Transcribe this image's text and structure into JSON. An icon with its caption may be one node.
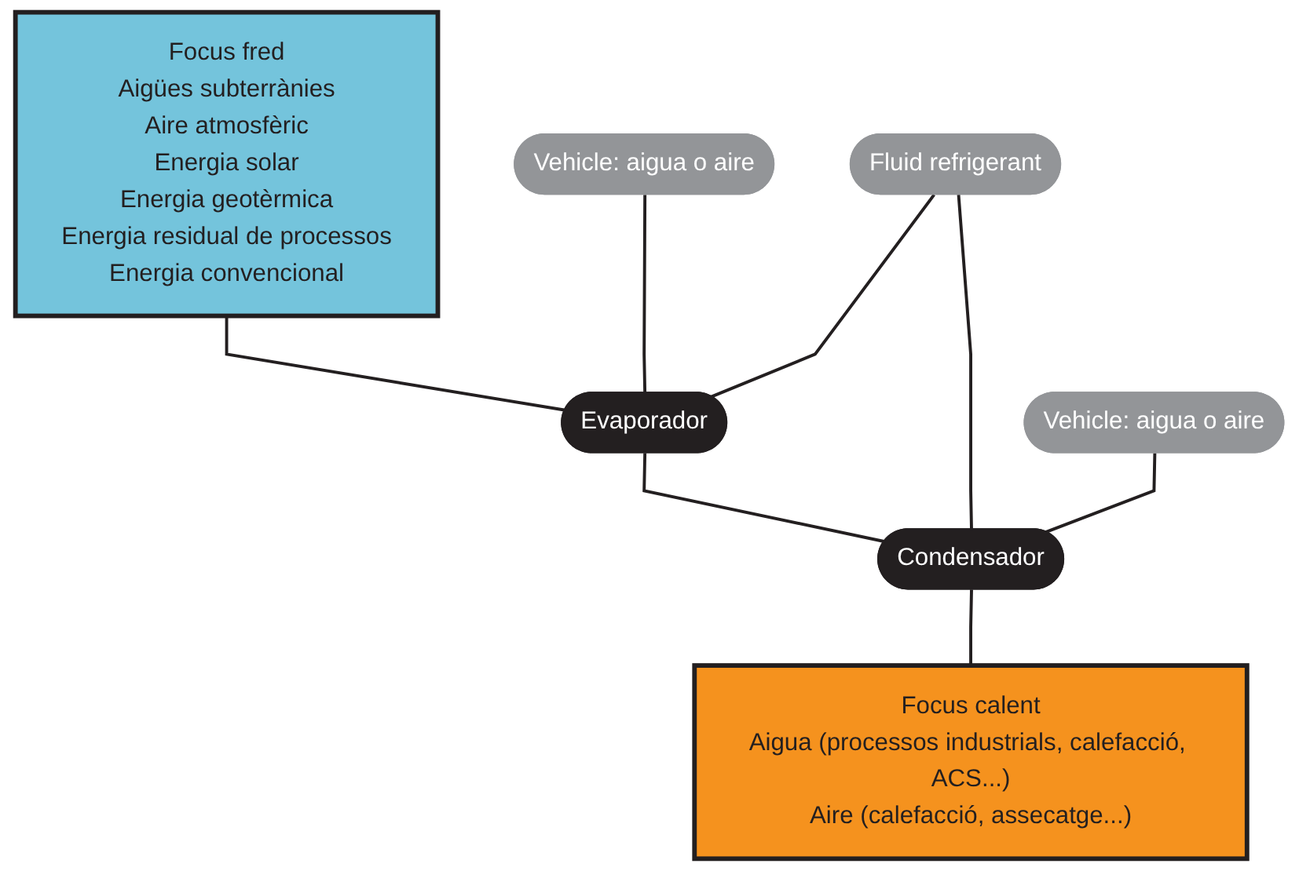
{
  "diagram": {
    "nodes": [
      {
        "text": [
          "Focus fred",
          "Aigües subterrànies",
          "Aire atmosfèric",
          "Energia solar",
          "Energia geotèrmica",
          "Energia residual de processos",
          "Energia convencional"
        ]
      },
      {
        "text": [
          "Vehicle: aigua o aire"
        ]
      },
      {
        "text": [
          "Evaporador"
        ]
      },
      {
        "text": [
          "Fluid refrigerant"
        ]
      },
      {
        "text": [
          "Condensador"
        ]
      },
      {
        "text": [
          "Vehicle: aigua o aire"
        ]
      },
      {
        "text": [
          "Focus calent",
          "Aigua (processos industrials, calefacció, ACS...)",
          "Aire (calefacció, assecatge...)"
        ]
      }
    ],
    "edges": [
      {
        "from": 0,
        "to": 2,
        "arrow": "none"
      },
      {
        "from": 1,
        "to": 2,
        "arrow": "none"
      },
      {
        "from": 2,
        "to": 4,
        "arrow": "none"
      },
      {
        "from": 3,
        "to": 2,
        "arrow": "none"
      },
      {
        "from": 3,
        "to": 4,
        "arrow": "none"
      },
      {
        "from": 5,
        "to": 4,
        "arrow": "none"
      },
      {
        "from": 4,
        "to": 6,
        "arrow": "none"
      }
    ]
  }
}
